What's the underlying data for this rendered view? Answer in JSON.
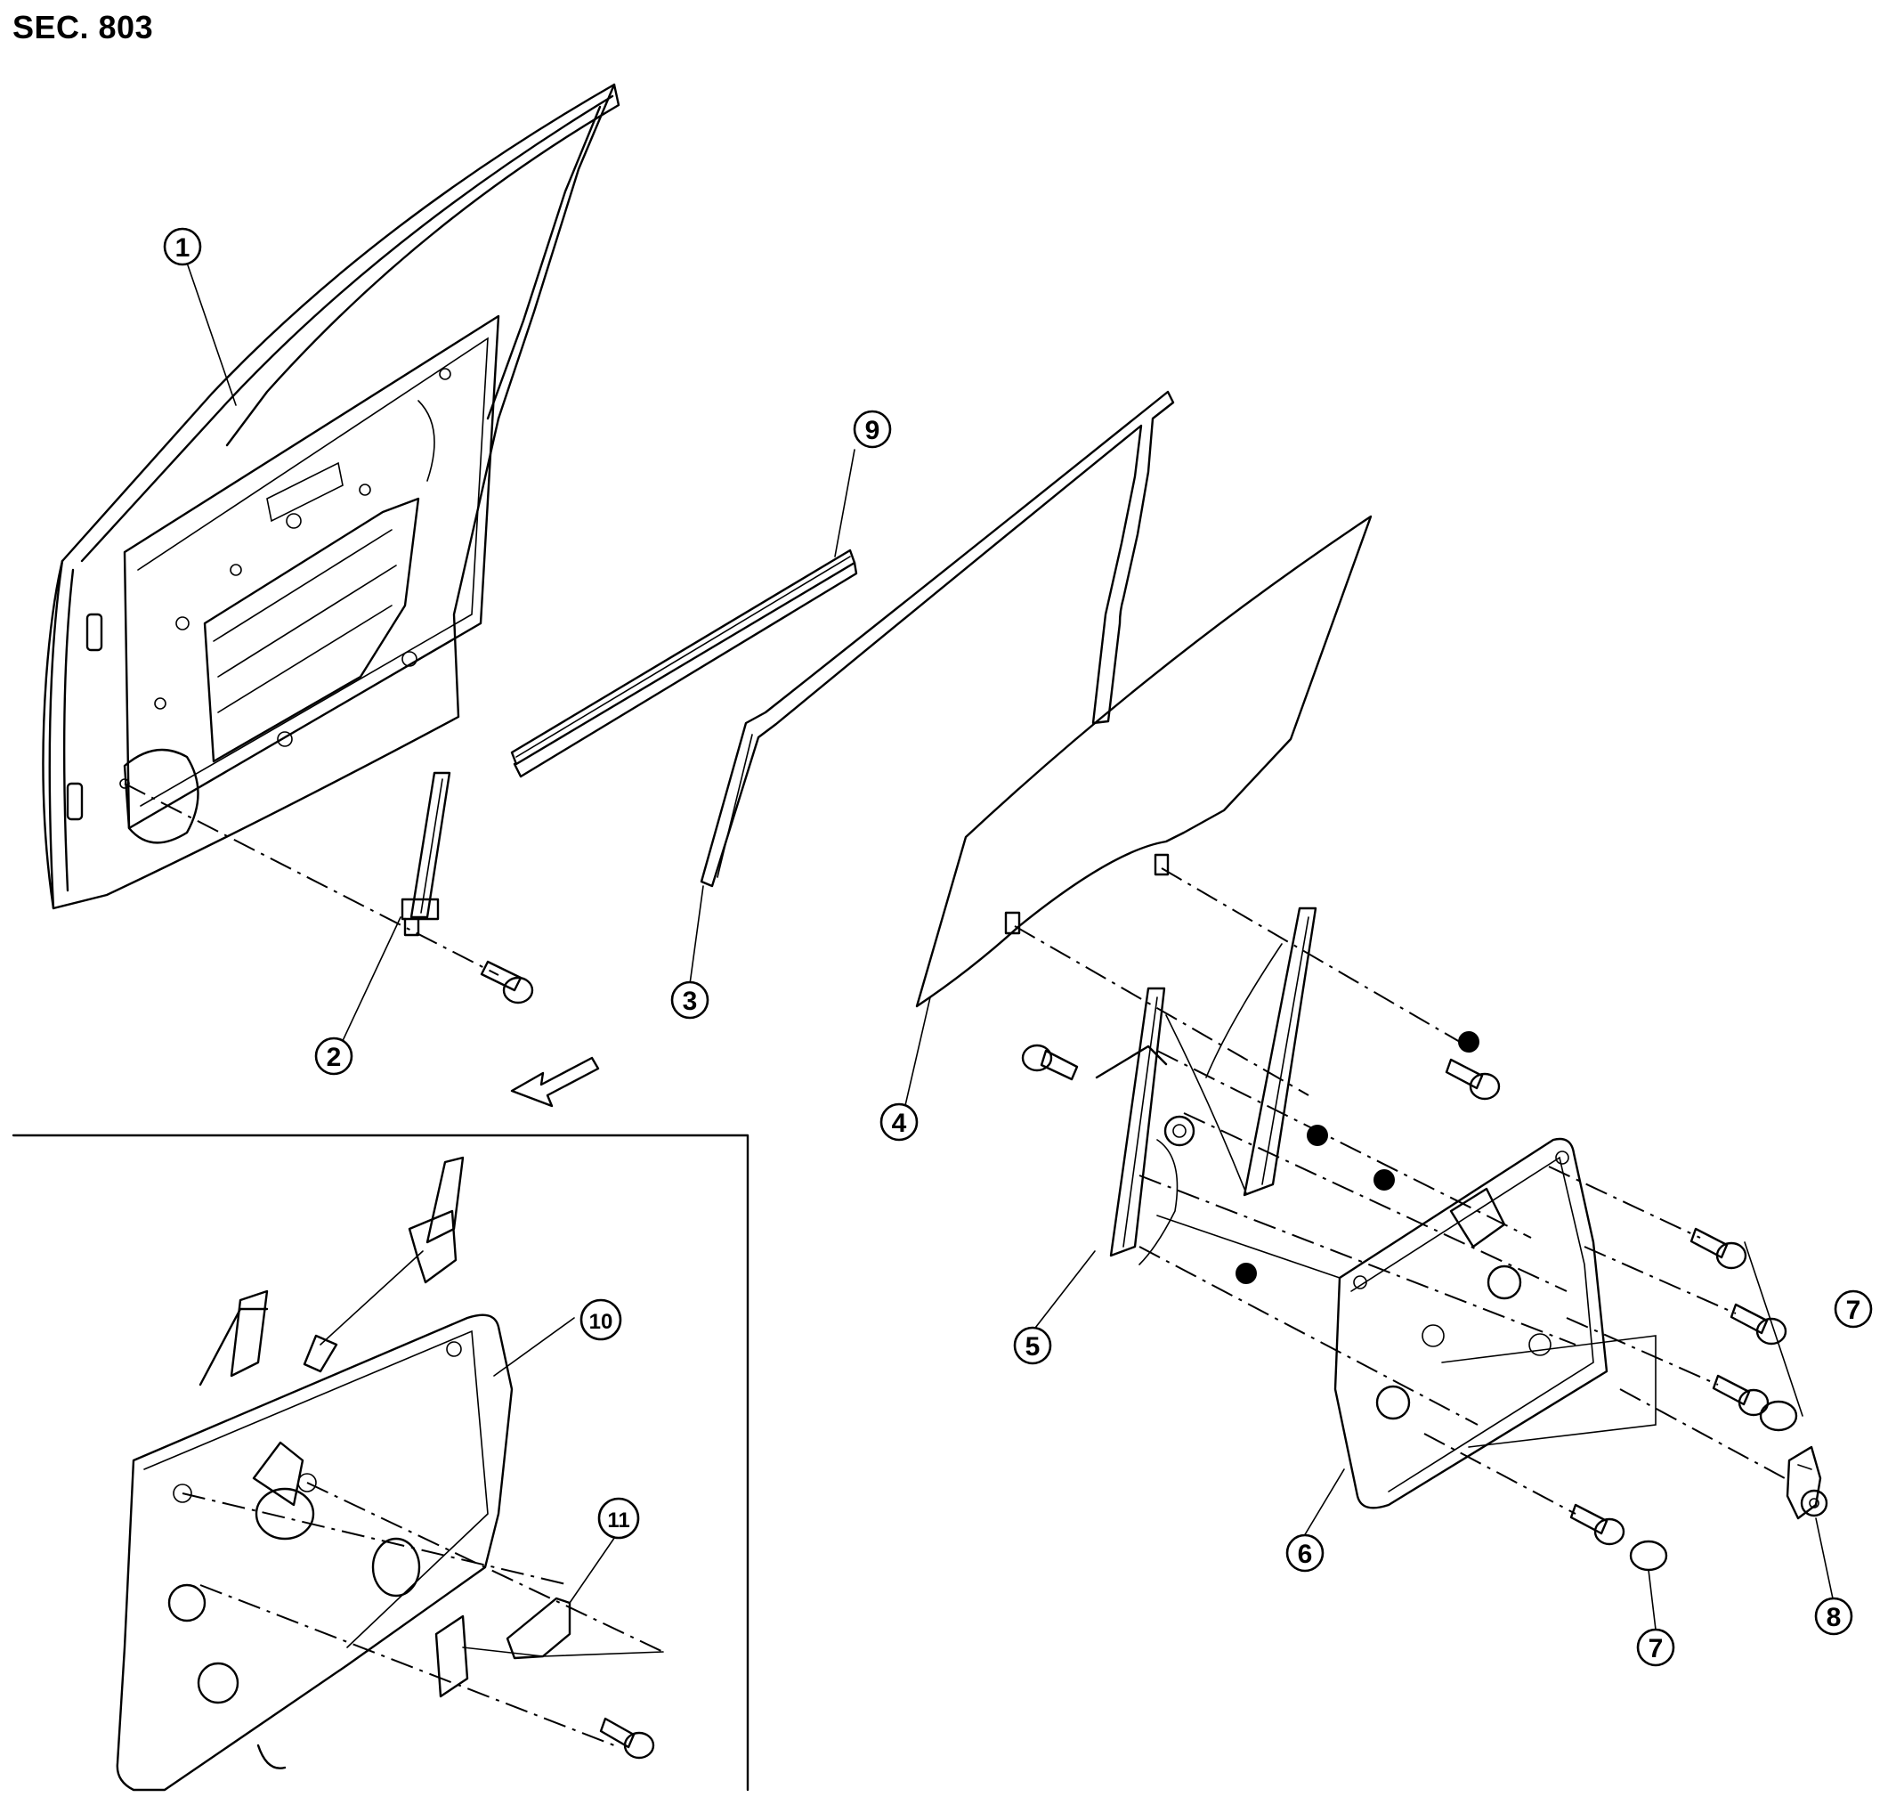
{
  "section_label": "SEC. 803",
  "callouts": [
    "1",
    "2",
    "3",
    "4",
    "5",
    "6",
    "7",
    "7",
    "8",
    "9",
    "10",
    "11"
  ]
}
